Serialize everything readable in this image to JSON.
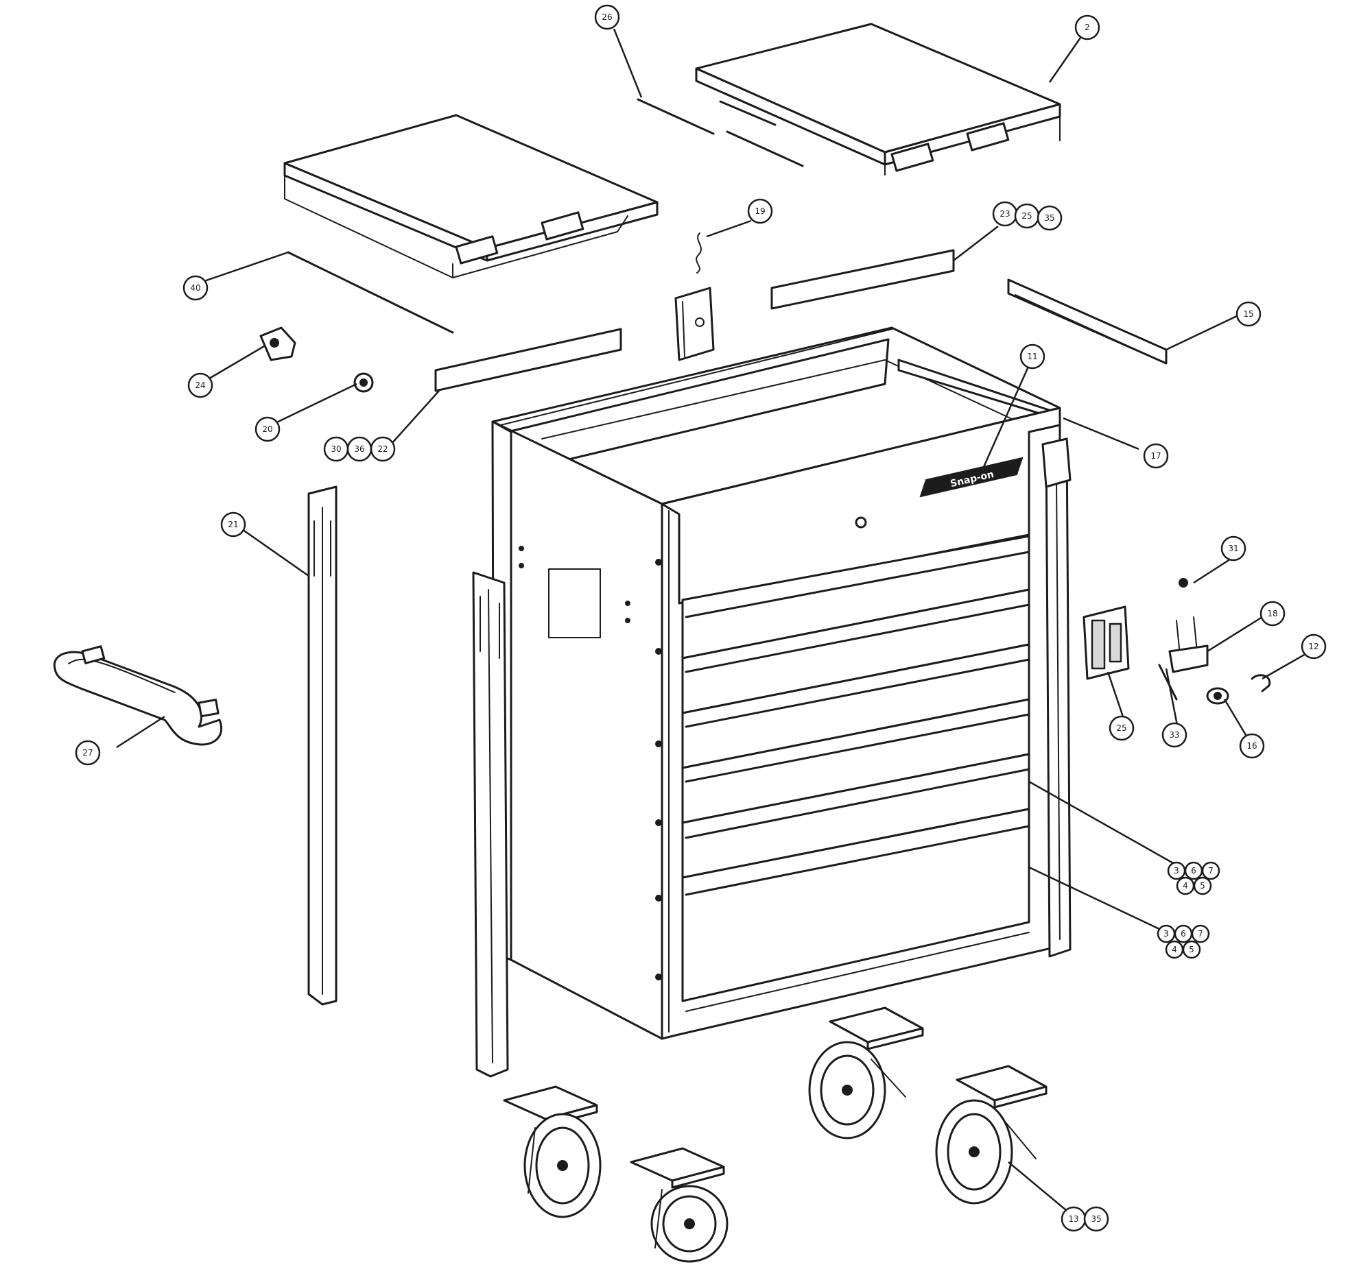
{
  "callouts": [
    {
      "id": "c-26",
      "label": "26"
    },
    {
      "id": "c-2",
      "label": "2"
    },
    {
      "id": "c-19",
      "label": "19"
    },
    {
      "id": "c-23",
      "label": "23"
    },
    {
      "id": "c-25a",
      "label": "25"
    },
    {
      "id": "c-35a",
      "label": "35"
    },
    {
      "id": "c-40",
      "label": "40"
    },
    {
      "id": "c-15",
      "label": "15"
    },
    {
      "id": "c-24",
      "label": "24"
    },
    {
      "id": "c-11",
      "label": "11"
    },
    {
      "id": "c-20",
      "label": "20"
    },
    {
      "id": "c-30",
      "label": "30"
    },
    {
      "id": "c-36",
      "label": "36"
    },
    {
      "id": "c-22",
      "label": "22"
    },
    {
      "id": "c-17",
      "label": "17"
    },
    {
      "id": "c-21",
      "label": "21"
    },
    {
      "id": "c-31",
      "label": "31"
    },
    {
      "id": "c-18",
      "label": "18"
    },
    {
      "id": "c-12",
      "label": "12"
    },
    {
      "id": "c-27",
      "label": "27"
    },
    {
      "id": "c-25b",
      "label": "25"
    },
    {
      "id": "c-33",
      "label": "33"
    },
    {
      "id": "c-16",
      "label": "16"
    },
    {
      "id": "c-3a",
      "label": "3"
    },
    {
      "id": "c-6a",
      "label": "6"
    },
    {
      "id": "c-7a",
      "label": "7"
    },
    {
      "id": "c-4a",
      "label": "4"
    },
    {
      "id": "c-5a",
      "label": "5"
    },
    {
      "id": "c-3b",
      "label": "3"
    },
    {
      "id": "c-6b",
      "label": "6"
    },
    {
      "id": "c-7b",
      "label": "7"
    },
    {
      "id": "c-4b",
      "label": "4"
    },
    {
      "id": "c-5b",
      "label": "5"
    },
    {
      "id": "c-13",
      "label": "13"
    },
    {
      "id": "c-35b",
      "label": "35"
    }
  ],
  "brand_badge": "Snap-on"
}
